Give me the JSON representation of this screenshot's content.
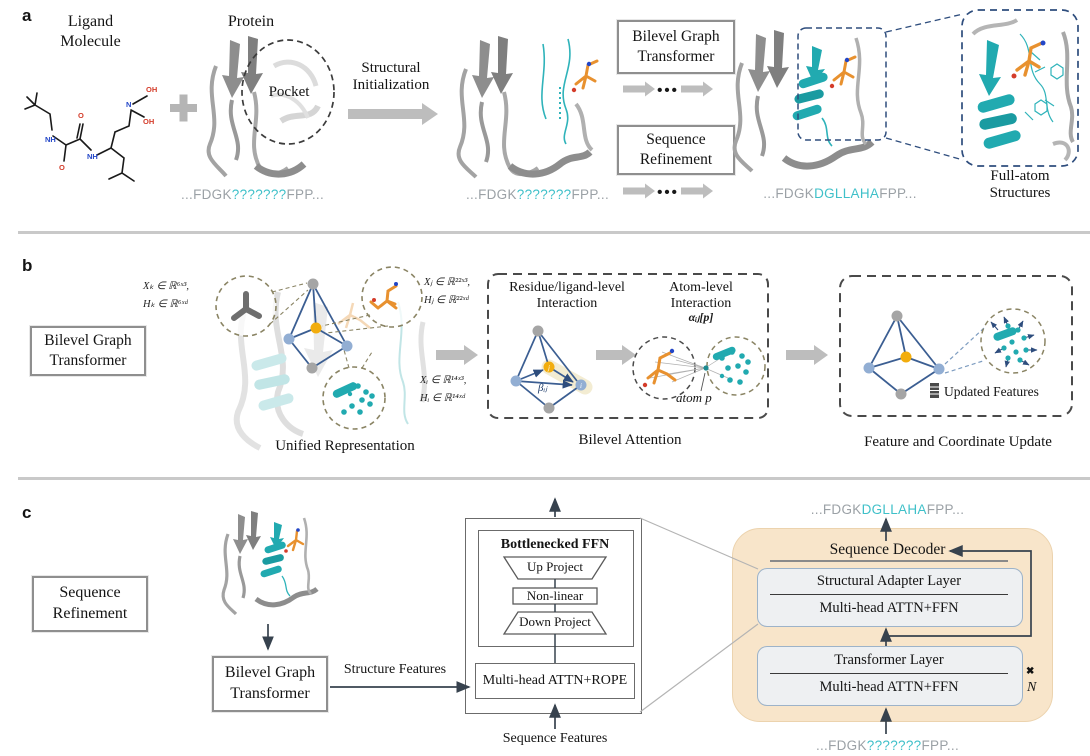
{
  "colors": {
    "teal": "#21aab0",
    "seq_teal": "#3fc0c9",
    "seq_gray": "#9ba1a6",
    "ligand_orange": "#e8912f",
    "graph_navy": "#3b5e92",
    "node_yellow": "#f2ad0d",
    "node_blue": "#92aed3",
    "node_gray": "#a5a5a5",
    "panel_orange_bg": "#f8e5ca",
    "inner_box_bg": "#eef0f2",
    "inner_box_border": "#9db3c9",
    "block_arrow_gray": "#bdbdbd",
    "dark_arrow": "#37424e"
  },
  "panel_a": {
    "label": "a",
    "ligand_title": "Ligand\nMolecule",
    "protein_title": "Protein",
    "pocket_label": "Pocket",
    "structural_init_label": "Structural\nInitialization",
    "bilevel_box_label": "Bilevel Graph\nTransformer",
    "sequence_box_label": "Sequence\nRefinement",
    "ellipsis1": "•••",
    "ellipsis2": "•••",
    "full_atom_label": "Full-atom\nStructures",
    "seq_input": {
      "pre": "...FDGK",
      "mid": "???????",
      "post": "FPP..."
    },
    "seq_init": {
      "pre": "...FDGK",
      "mid": "???????",
      "post": "FPP..."
    },
    "seq_final": {
      "pre": "...FDGK",
      "mid": "DGLLAHA",
      "post": "FPP..."
    },
    "molecule": {
      "nh1": "NH",
      "o1": "O",
      "nh2": "NH",
      "n1": "N",
      "oh1": "OH",
      "oh2": "OH",
      "o2": "O"
    }
  },
  "panel_b": {
    "label": "b",
    "bilevel_box_label": "Bilevel Graph\nTransformer",
    "math_k": "Xₖ ∈ ℝ⁶ˣ³,\nHₖ ∈ ℝ⁶ˣᵈ",
    "math_j": "Xⱼ ∈ ℝ²²ˣ³,\nHⱼ ∈ ℝ²²ˣᵈ",
    "math_i": "Xᵢ ∈ ℝ¹⁴ˣ³,\nHᵢ ∈ ℝ¹⁴ˣᵈ",
    "caption_unified": "Unified Representation",
    "residue_interaction_label": "Residue/ligand-level\nInteraction",
    "beta_label": "βᵢⱼ",
    "node_j": "j",
    "node_i": "i",
    "atom_interaction_label": "Atom-level\nInteraction",
    "alpha_label": "αᵢⱼ[p]",
    "atom_p_label": "atom p",
    "caption_attention": "Bilevel Attention",
    "updated_features_label": "Updated Features",
    "caption_update": "Feature and Coordinate Update"
  },
  "panel_c": {
    "label": "c",
    "sequence_box_label": "Sequence\nRefinement",
    "bilevel_box_label": "Bilevel Graph\nTransformer",
    "structure_features_label": "Structure Features",
    "ffn_title": "Bottlenecked FFN",
    "up_project": "Up Project",
    "non_linear": "Non-linear",
    "down_project": "Down Project",
    "attn_rope": "Multi-head ATTN+ROPE",
    "sequence_features_label": "Sequence Features",
    "decoder_label": "Sequence Decoder",
    "adapter_title": "Structural Adapter Layer",
    "adapter_sub": "Multi-head ATTN+FFN",
    "transformer_title": "Transformer Layer",
    "transformer_sub": "Multi-head ATTN+FFN",
    "repeat_times": "✖",
    "repeat_n": "N",
    "seq_out": {
      "pre": "...FDGK",
      "mid": "DGLLAHA",
      "post": "FPP..."
    },
    "seq_in": {
      "pre": "...FDGK",
      "mid": "???????",
      "post": "FPP..."
    }
  }
}
